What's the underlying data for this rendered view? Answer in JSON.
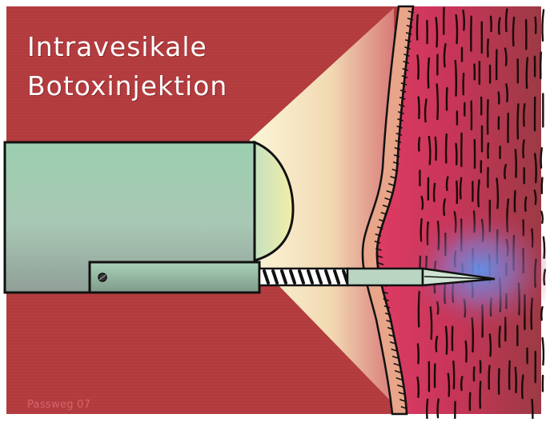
{
  "title": {
    "line1": "Intravesikale",
    "line2": "Botoxinjektion"
  },
  "credit": "Passweg 07",
  "colors": {
    "background": "#b23b3f",
    "tissue": "#d83a5c",
    "tissue_edge": "#e8a589",
    "endoscope": "#a7cdb6",
    "light_cone": "#f6efc8",
    "injection_cloud": "#6f8fe0",
    "outline": "#111111"
  },
  "icons": [
    "endoscope-icon",
    "injection-needle-icon",
    "bladder-wall-icon",
    "light-beam-icon"
  ]
}
